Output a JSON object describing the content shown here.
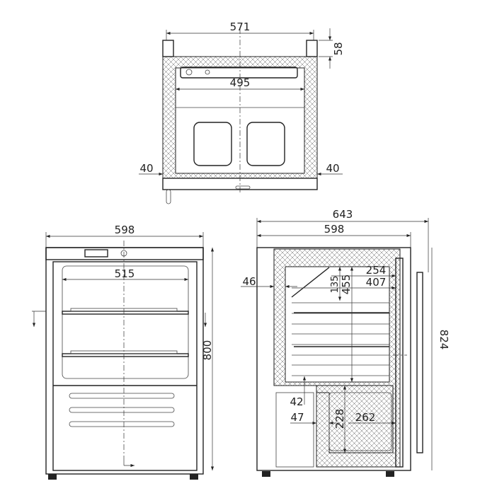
{
  "top_view": {
    "width_outer": "571",
    "width_inner": "495",
    "foot_height": "58",
    "wall_left": "40",
    "wall_right": "40"
  },
  "front_view": {
    "width": "598",
    "inner_width": "515",
    "height": "800"
  },
  "side_view": {
    "depth_with_handle": "643",
    "depth": "598",
    "height_total": "824",
    "wall": "46",
    "d135": "135",
    "d455": "455",
    "d254": "254",
    "d407": "407",
    "d42": "42",
    "d47": "47",
    "d228": "228",
    "d262": "262"
  },
  "colors": {
    "line": "#222222",
    "background": "#ffffff"
  }
}
